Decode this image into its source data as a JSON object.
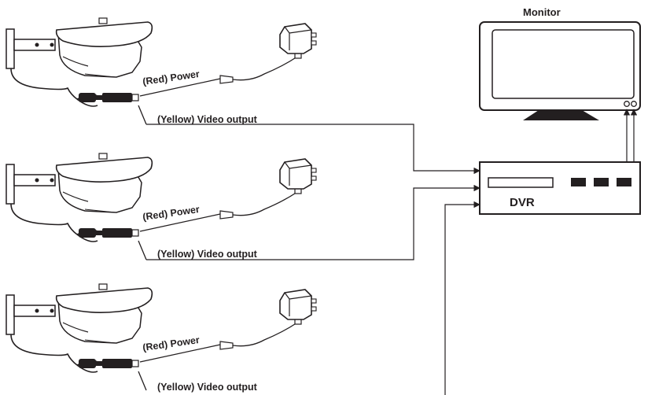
{
  "monitor": {
    "label": "Monitor"
  },
  "dvr": {
    "label": "DVR"
  },
  "cameras": [
    {
      "power_label": "(Red) Power",
      "video_label": "(Yellow) Video output"
    },
    {
      "power_label": "(Red) Power",
      "video_label": "(Yellow) Video output"
    },
    {
      "power_label": "(Red) Power",
      "video_label": "(Yellow) Video output"
    }
  ],
  "colors": {
    "ink": "#231f20",
    "background": "#ffffff"
  }
}
